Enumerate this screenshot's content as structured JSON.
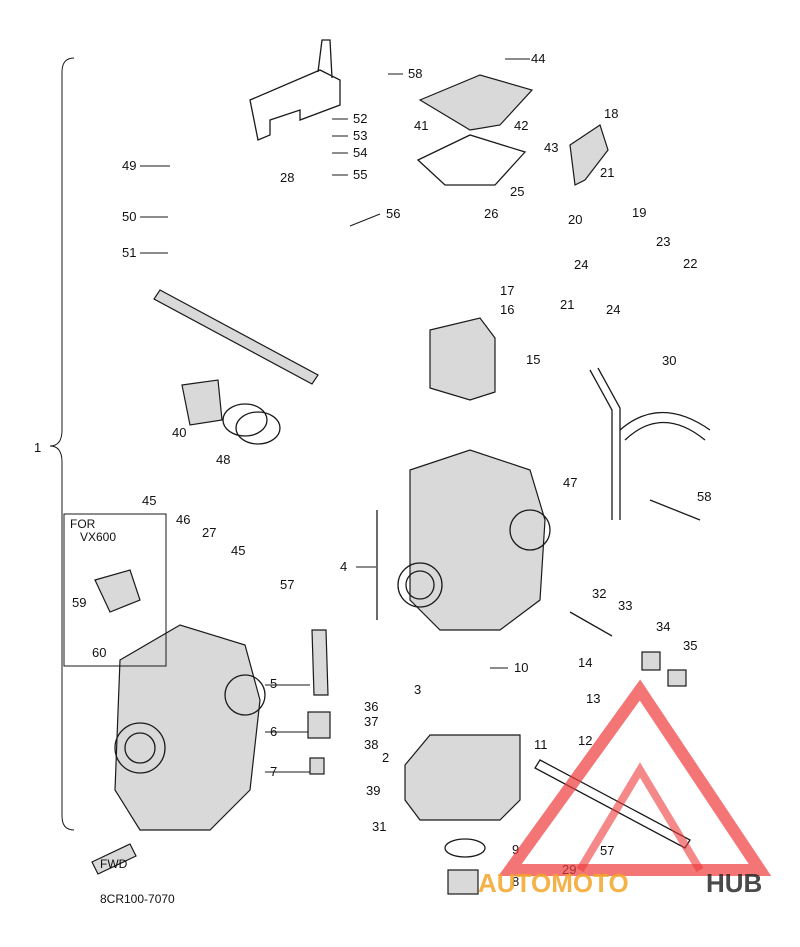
{
  "callouts": {
    "c1": "1",
    "c2": "2",
    "c3": "3",
    "c4": "4",
    "c5": "5",
    "c6": "6",
    "c7": "7",
    "c8": "8",
    "c9": "9",
    "c10": "10",
    "c11": "11",
    "c12": "12",
    "c13": "13",
    "c14": "14",
    "c15": "15",
    "c16": "16",
    "c17": "17",
    "c18": "18",
    "c19": "19",
    "c20": "20",
    "c21a": "21",
    "c21b": "21",
    "c22": "22",
    "c23": "23",
    "c24a": "24",
    "c24b": "24",
    "c25": "25",
    "c26": "26",
    "c27": "27",
    "c28": "28",
    "c29": "29",
    "c30": "30",
    "c31": "31",
    "c32": "32",
    "c33": "33",
    "c34": "34",
    "c35": "35",
    "c36": "36",
    "c37": "37",
    "c38": "38",
    "c39": "39",
    "c40": "40",
    "c41": "41",
    "c42": "42",
    "c43": "43",
    "c44": "44",
    "c45a": "45",
    "c45b": "45",
    "c46": "46",
    "c47": "47",
    "c48": "48",
    "c49": "49",
    "c50": "50",
    "c51": "51",
    "c52": "52",
    "c53": "53",
    "c54": "54",
    "c55": "55",
    "c56": "56",
    "c57a": "57",
    "c57b": "57",
    "c58a": "58",
    "c58b": "58",
    "c59": "59",
    "c60": "60"
  },
  "variant_box": {
    "line1": "FOR",
    "line2": "VX600"
  },
  "fwd_label": "FWD",
  "diagram_code": "8CR100-7070",
  "watermark": {
    "word_a": "AUTOMOTO",
    "word_b": "HUB"
  },
  "colors": {
    "watermark_red": "#ee3b3b",
    "watermark_orange": "#f4a52a",
    "watermark_dark": "#2b2b2b"
  }
}
